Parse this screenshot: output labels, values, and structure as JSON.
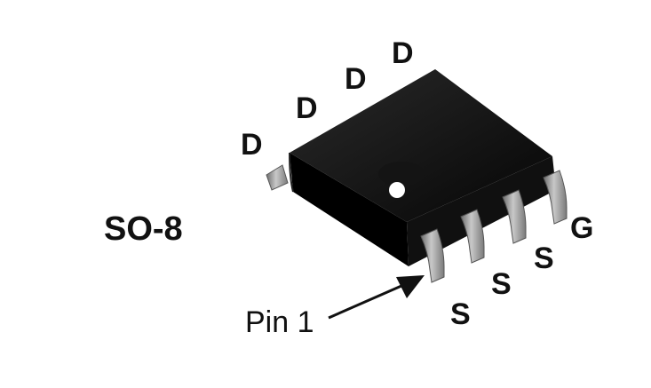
{
  "package_name": "SO-8",
  "pin1_label": "Pin 1",
  "top_pins": [
    "D",
    "D",
    "D",
    "D"
  ],
  "bottom_pins": [
    "S",
    "S",
    "S",
    "G"
  ],
  "colors": {
    "body": "#0c0c0c",
    "lead": "#9a9a9a",
    "text": "#111111",
    "dot": "#ffffff"
  }
}
